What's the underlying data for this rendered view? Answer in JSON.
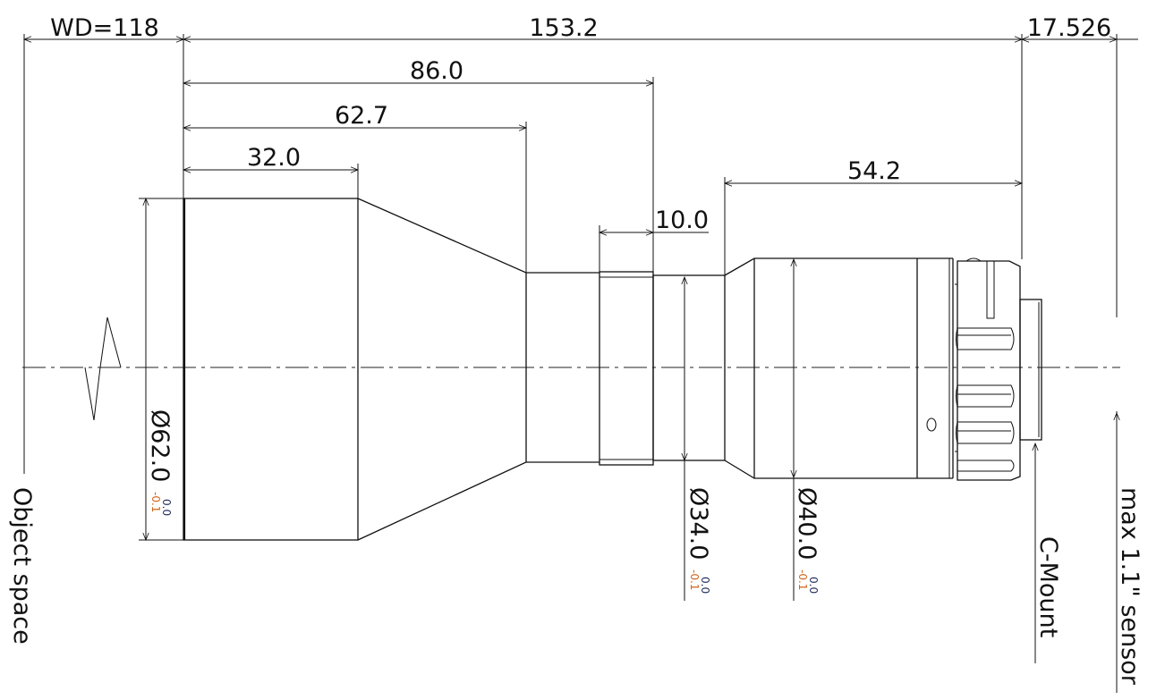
{
  "dimensions": {
    "wd": "WD=118",
    "total_length": "153.2",
    "flange_distance": "17.526",
    "len_86": "86.0",
    "len_62_7": "62.7",
    "len_32": "32.0",
    "len_10": "10.0",
    "len_54_2": "54.2"
  },
  "diameters": [
    {
      "label": "Ø62.0",
      "tol_upper": "0.0",
      "tol_lower": "-0.1"
    },
    {
      "label": "Ø34.0",
      "tol_upper": "0.0",
      "tol_lower": "-0.1"
    },
    {
      "label": "Ø40.0",
      "tol_upper": "0.0",
      "tol_lower": "-0.1"
    }
  ],
  "labels": {
    "object_space": "Object space",
    "mount": "C-Mount",
    "sensor": "max 1.1\" sensor"
  },
  "colors": {
    "line": "#111111",
    "tol_upper": "#1f2a5a",
    "tol_lower": "#d0651b"
  }
}
